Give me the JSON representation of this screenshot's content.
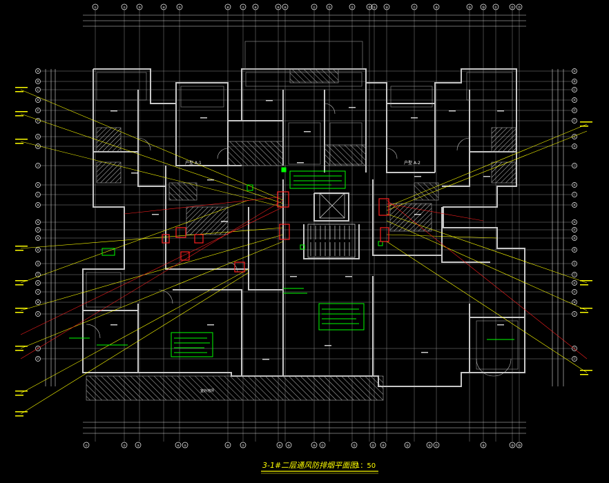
{
  "colors": {
    "background": "#000000",
    "wall": "#c8c8c8",
    "grid": "#ffffff",
    "leader_yellow": "#ffff00",
    "leader_red": "#ff2020",
    "equipment_green": "#00ff00",
    "title_yellow": "#ffff00",
    "hatch": "#d0d0d0"
  },
  "drawing": {
    "title": "3-1#二层通风防排烟平面图",
    "scale": "1：50"
  },
  "axis_top": [
    "①",
    "②",
    "③",
    "④",
    "⑤",
    "⑥",
    "⑦",
    "⑧",
    "⑨",
    "⑩",
    "⑪",
    "⑫",
    "⑬",
    "⑭",
    "⑮",
    "⑯",
    "⑰",
    "⑱",
    "⑲",
    "⑳",
    "㉑",
    "㉒",
    "㉓"
  ],
  "axis_bottom": [
    "①",
    "②",
    "③",
    "④",
    "⑤",
    "⑥",
    "⑦",
    "⑧",
    "⑨",
    "⑩",
    "⑪",
    "⑫",
    "⑬",
    "⑭",
    "⑮",
    "⑯",
    "⑰",
    "⑱",
    "⑲",
    "⑳"
  ],
  "axis_left": [
    "Ⓐ",
    "Ⓑ",
    "Ⓒ",
    "Ⓓ",
    "Ⓔ",
    "Ⓕ",
    "Ⓖ",
    "Ⓗ",
    "Ⓙ",
    "Ⓚ",
    "Ⓛ",
    "Ⓜ",
    "Ⓝ",
    "Ⓟ",
    "Ⓠ",
    "Ⓡ",
    "Ⓢ",
    "Ⓣ",
    "Ⓤ",
    "Ⓥ",
    "Ⓦ",
    "Ⓧ",
    "Ⓨ",
    "Ⓩ"
  ],
  "axis_right": [
    "Ⓐ",
    "Ⓑ",
    "Ⓒ",
    "Ⓓ",
    "Ⓔ",
    "Ⓕ",
    "Ⓖ",
    "Ⓗ",
    "Ⓙ",
    "Ⓚ",
    "Ⓛ",
    "Ⓜ",
    "Ⓝ",
    "Ⓟ",
    "Ⓠ",
    "Ⓡ",
    "Ⓢ",
    "Ⓣ",
    "Ⓤ",
    "Ⓥ",
    "Ⓦ",
    "Ⓧ",
    "Ⓨ",
    "Ⓩ"
  ],
  "room_labels": [
    "户型 A-1",
    "户型 A-2"
  ],
  "ground_label": "室外地坪"
}
